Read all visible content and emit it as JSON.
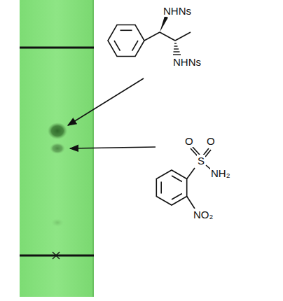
{
  "diagram": {
    "labels": [
      "NHNs",
      "NHNs",
      "O",
      "O",
      "S",
      "NH₂",
      "NO₂"
    ]
  }
}
